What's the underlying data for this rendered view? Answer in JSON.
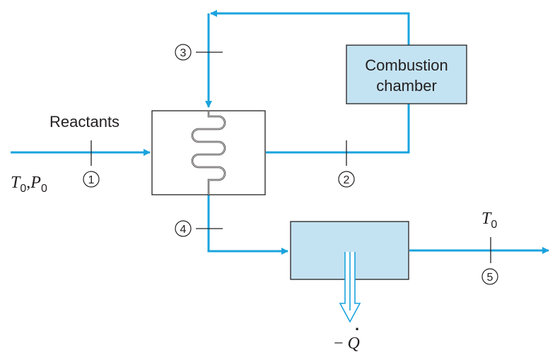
{
  "colors": {
    "flow": "#1aa3dd",
    "box_fill": "#c4e3f2",
    "stroke": "#231f20"
  },
  "labels": {
    "reactants": "Reactants",
    "inlet_T": "T",
    "inlet_T_sub": "0",
    "inlet_sep": ",",
    "inlet_P": "P",
    "inlet_P_sub": "0",
    "outlet_T": "T",
    "outlet_T_sub": "0",
    "heat_sign": "−",
    "heat_Q": "Q",
    "heat_dot": "·",
    "combustion_line1": "Combustion",
    "combustion_line2": "chamber"
  },
  "states": [
    "1",
    "2",
    "3",
    "4",
    "5"
  ]
}
